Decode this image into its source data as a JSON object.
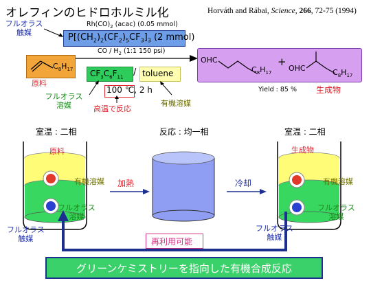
{
  "title": "オレフィンのヒドロホルミル化",
  "citation": {
    "authors": "Horváth and Rábai,",
    "journal": "Science",
    "volume": "266",
    "pages": ", 72-75 (1994)"
  },
  "catalyst_label": [
    "フルオラス",
    "触媒"
  ],
  "rh_condition": "Rh(CO)",
  "rh_condition_sub": "2",
  "rh_condition_rest": " (acac) (0.05 mmol)",
  "ligand_formula": "P[(CH2)2(CF2)5CF3]3 (2 mmol)",
  "co_condition": "CO / H",
  "co_condition_sub": "2",
  "co_condition_rest": " (1:1 150 psi)",
  "reactant_c8": "C",
  "reactant_c8_sub": "8",
  "reactant_c8_sub2": "H",
  "reactant_c8_sub3": "17",
  "reactant_label": "原料",
  "fluorous_solvent_formula": "CF3C6F11",
  "slash": "/",
  "toluene": "toluene",
  "temperature": "100 ℃, 2 h",
  "fluorous_solvent_label": [
    "フルオラス",
    "溶媒"
  ],
  "high_temp_label": "高温で反応",
  "organic_solvent_label": "有機溶媒",
  "product_left_prefix": "OHC",
  "product_left_suffix": "C8H17",
  "plus": "+",
  "product_right_prefix": "OHC",
  "product_right_suffix": "C8H17",
  "yield": "Yield : 85 %",
  "product_label": "生成物",
  "stages": {
    "left_title": "室温 : 二相",
    "middle_title": "反応 : 均一相",
    "right_title": "室温 : 二相"
  },
  "left_beaker": {
    "top_label": "原料",
    "organic": "有機溶媒",
    "fluorous": [
      "フルオラス",
      "溶媒"
    ],
    "catalyst": [
      "フルオラス",
      "触媒"
    ]
  },
  "right_beaker": {
    "top_label": "生成物",
    "organic": "有機溶媒",
    "fluorous": [
      "フルオラス",
      "溶媒"
    ],
    "catalyst": [
      "フルオラス",
      "触媒"
    ]
  },
  "heat_label": "加熱",
  "cool_label": "冷却",
  "reuse_label": "再利用可能",
  "banner": "グリーンケミストリーを指向した有機合成反応",
  "colors": {
    "purple": "#d79ff0",
    "blue": "#6f9ee8",
    "green": "#2ecc5a",
    "yellow": "#fffdb0",
    "red": "#e0202a",
    "navy": "#1b2f8e"
  }
}
